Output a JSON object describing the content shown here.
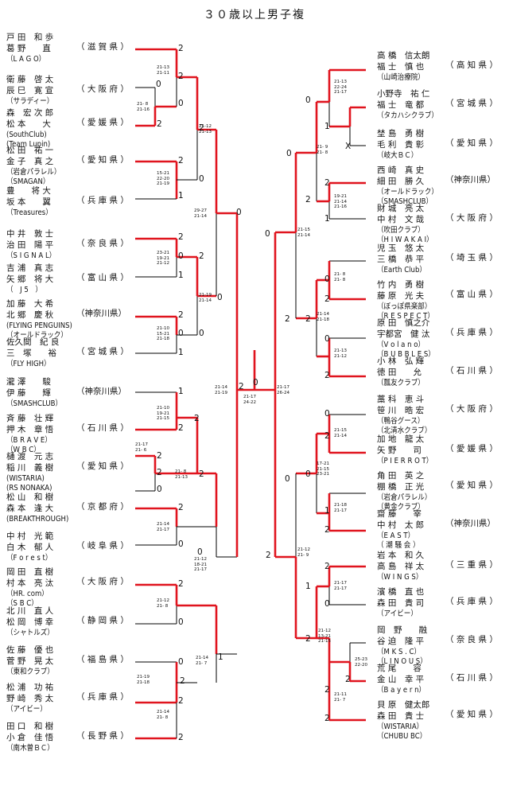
{
  "title": "３０歳以上男子複",
  "colors": {
    "win": "#e0141e",
    "line": "#000000"
  },
  "left_pairs": [
    {
      "p1": "戸 田　和 歩",
      "p2": "葛 野　　直",
      "club": "（L A G O）",
      "pref": "（ 滋 賀 県 ）"
    },
    {
      "p1": "衛 藤　啓 太",
      "p2": "辰 巳　寛 宣",
      "club": "（サラディー）",
      "pref": "（ 大 阪 府 ）"
    },
    {
      "p1": "森　宏 次 郎",
      "p2": "松 本　　大",
      "club": "(SouthClub)",
      "club2": "(Team Lupin)",
      "pref": "（ 愛 媛 県 ）"
    },
    {
      "p1": "松 田　祐 一",
      "p2": "金 子　真 之",
      "club": "（岩倉パラレル）",
      "club2": "（SMAGAN）",
      "pref": "（ 愛 知 県 ）"
    },
    {
      "p1": "豊　　将 大",
      "p2": "坂 本　　翼",
      "club": "（Treasures）",
      "pref": "（ 兵 庫 県 ）"
    },
    {
      "p1": "中 井　敦 士",
      "p2": "治 田　陽 平",
      "club": "（S I G N A L）",
      "pref": "（ 奈 良 県 ）"
    },
    {
      "p1": "吉 浦　真 志",
      "p2": "矢 郷　将 大",
      "club": "（　J 5　）",
      "pref": "（ 富 山 県 ）"
    },
    {
      "p1": "加 藤　大 希",
      "p2": "北 郷　慶 秋",
      "club": "(FLYING PENGUINS)",
      "club2": "（オールドラック）",
      "pref": "（神奈川県）"
    },
    {
      "p1": "佐久間　紀 良",
      "p2": "三　塚　　裕",
      "club": "（FLY HIGH）",
      "pref": "（ 宮 城 県 ）"
    },
    {
      "p1": "瀧 澤　　駿",
      "p2": "伊 藤　　輝",
      "club": "（SMASHCLUB）",
      "pref": "（神奈川県）"
    },
    {
      "p1": "斉 藤　壮 輝",
      "p2": "押 木　章 悟",
      "club": "（B R A V E）",
      "club2": "（W B C）",
      "pref": "（ 石 川 県 ）"
    },
    {
      "p1": "樋 渡　元 志",
      "p2": "稲 川　義 樹",
      "club": "(WISTARIA)",
      "club2": "(RS NONAKA)",
      "pref": "（ 愛 知 県 ）"
    },
    {
      "p1": "松 山　和 樹",
      "p2": "森 本　逢 大",
      "club": "(BREAKTHROUGH)",
      "pref": "（ 京 都 府 ）"
    },
    {
      "p1": "中 村　光 範",
      "p2": "白 木　郁 人",
      "club": "（F o r e s t）",
      "pref": "（ 岐 阜 県 ）"
    },
    {
      "p1": "岡 田　直 樹",
      "p2": "村 本　亮 汰",
      "club": "（HR. com）",
      "club2": "（S B C）",
      "pref": "（ 大 阪 府 ）"
    },
    {
      "p1": "北 川　直 人",
      "p2": "松 岡　博 幸",
      "club": "（シャトルズ）",
      "pref": "（ 静 岡 県 ）"
    },
    {
      "p1": "佐 藤　優 也",
      "p2": "菅 野　晃 太",
      "club": "（東和クラブ）",
      "pref": "（ 福 島 県 ）"
    },
    {
      "p1": "松 浦　功 祐",
      "p2": "野 崎　秀 太",
      "club": "（アイビー）",
      "pref": "（ 兵 庫 県 ）"
    },
    {
      "p1": "田 口　和 樹",
      "p2": "小 倉　佳 悟",
      "club": "（南木曽ＢＣ）",
      "pref": "（ 長 野 県 ）"
    }
  ],
  "right_pairs": [
    {
      "p1": "高 橋　信太朗",
      "p2": "福 士　慎 也",
      "club": "（山崎治療院）",
      "pref": "（ 高 知 県 ）"
    },
    {
      "p1": "小野寺　祐 仁",
      "p2": "福 士　竜 都",
      "club": "（タカハシクラブ）",
      "pref": "（ 宮 城 県 ）"
    },
    {
      "p1": "埜 島　勇 樹",
      "p2": "毛 利　貴 彰",
      "club": "（岐大ＢＣ）",
      "pref": "（ 愛 知 県 ）"
    },
    {
      "p1": "西 崎　真 史",
      "p2": "細 田　勝 久",
      "club": "（オールドラック）",
      "club2": "（SMASHCLUB）",
      "pref": "（神奈川県）"
    },
    {
      "p1": "財 城　亮 太",
      "p2": "中 村　文 哉",
      "club": "（吹田クラブ）",
      "club2": "（H I W A K A I）",
      "pref": "（ 大 阪 府 ）"
    },
    {
      "p1": "児 玉　悠 太",
      "p2": "三 橋　恭 平",
      "club": "（Earth Club）",
      "pref": "（ 埼 玉 県 ）"
    },
    {
      "p1": "竹 内　勇 樹",
      "p2": "藤 原　光 夫",
      "club": "（ぼっぽ県楽部）",
      "club2": "（R E S P E C T）",
      "pref": "（ 富 山 県 ）"
    },
    {
      "p1": "原 田　慎之介",
      "p2": "宇都宮　健 汰",
      "club": "（V o l a n o）",
      "club2": "（B U B B L E S）",
      "pref": "（ 兵 庫 県 ）"
    },
    {
      "p1": "小 林　弘 輝",
      "p2": "徳 田　　允",
      "club": "（瓢友クラブ）",
      "pref": "（ 石 川 県 ）"
    },
    {
      "p1": "藁 科　恵 斗",
      "p2": "笹 川　晧 宏",
      "club": "（鴨谷グース）",
      "club2": "（北清水クラブ）",
      "pref": "（ 大 阪 府 ）"
    },
    {
      "p1": "加 地　龍 太",
      "p2": "矢 野　　司",
      "club": "（P I E R R O T）",
      "pref": "（ 愛 媛 県 ）"
    },
    {
      "p1": "角 田　英 之",
      "p2": "棚 橋　正 光",
      "club": "（岩倉パラレル）",
      "club2": "（黄金クラブ）",
      "pref": "（ 愛 知 県 ）"
    },
    {
      "p1": "齋 藤　　宰",
      "p2": "中 村　太 郎",
      "club": "（E A S T）",
      "club2": "（ 潮 騒 会 ）",
      "pref": "（神奈川県）"
    },
    {
      "p1": "岩 本　和 久",
      "p2": "高 島　祥 太",
      "club": "（W I N G S）",
      "pref": "（ 三 重 県 ）"
    },
    {
      "p1": "濱 橋　直 也",
      "p2": "森 田　貴 司",
      "club": "（アイビー）",
      "pref": "（ 兵 庫 県 ）"
    },
    {
      "p1": "岡　野　　融",
      "p2": "谷 迫　隆 平",
      "club": "（M K S . C）",
      "club2": "（L I N O U S）",
      "pref": "（ 奈 良 県 ）"
    },
    {
      "p1": "荒 尾　　容",
      "p2": "金 山　幸 平",
      "club": "（B a y e r n）",
      "pref": "（ 石 川 県 ）"
    },
    {
      "p1": "貝 原　健太郎",
      "p2": "森 田　貴 士",
      "club": "（WISTARIA）",
      "club2": "（CHUBU BC）",
      "pref": "（ 愛 知 県 ）"
    }
  ],
  "left_scores": {
    "r1_top": "21-13\n21-11",
    "r1_mid": "21- 8\n21-16",
    "r2_a": "21-12\n21-13",
    "r1_b": "15-21\n22-20\n21-19",
    "r3_a": "29-27\n21-14",
    "r1_c": "23-21\n19-21\n21-12",
    "r1_d": "21-10\n15-21\n21-18",
    "r2_c": "21-19\n21-14",
    "r1_e": "21-10\n19-21\n21-15",
    "r1_f": "21-17\n21- 6",
    "r2_e": "21- 8\n21-13",
    "r1_g": "21-14\n21-17",
    "r3_e": "21-12\n18-21\n21-17",
    "r1_h": "21-12\n21- 8",
    "r1_i": "21-19\n21-18",
    "r1_j": "21-14\n21- 8",
    "r2_h": "21-14\n21- 7",
    "sf_left": "21-14\n21-19",
    "final": "21-17\n24-22"
  },
  "right_scores": {
    "r1_a": "21-13\n22-24\n21-17",
    "r2_a": "21- 9\n21- 8",
    "r1_b": "19-21\n21-14\n21-16",
    "r3_a": "21-15\n21-14",
    "r1_c": "21- 8\n21- 8",
    "r2_c": "21-14\n21-18",
    "r1_d": "21-13\n21-12",
    "sf_right": "21-17\n26-24",
    "r1_e": "21-15\n21-14",
    "r2_e": "17-21\n21-15\n23-21",
    "r1_f": "21-18\n21-17",
    "r3_e": "21-12\n21- 9",
    "r1_g": "21-17\n21-17",
    "r2_g": "21-12\n13-21\n21-15",
    "r1_h": "25-23\n22-20",
    "r1_i": "21-11\n21- 7"
  },
  "walkover_mark": "X"
}
